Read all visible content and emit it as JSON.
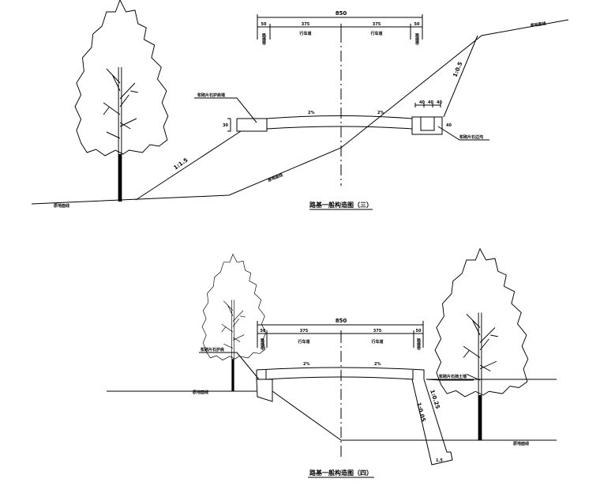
{
  "section3": {
    "title": "路基一般构造图（三）",
    "total_width": "850",
    "shoulder_left": "50",
    "lane_left": "375",
    "lane_right": "375",
    "shoulder_right": "50",
    "lane_label_left": "行车道",
    "lane_label_right": "行车道",
    "shoulder_label_left": "路缘带",
    "shoulder_label_right": "路缘带",
    "slope_left_pct": "2%",
    "slope_right_pct": "2%",
    "fill_slope": "1:1.5",
    "cut_slope": "1:0.5",
    "left_note": "浆砌片石护肩墙",
    "right_note": "浆砌片石边沟",
    "ground_label": "原地面线",
    "ditch_dims": [
      "40",
      "40",
      "40"
    ],
    "ditch_depth": "40",
    "block_height": "30"
  },
  "section4": {
    "title": "路基一般构造图（四）",
    "total_width": "850",
    "shoulder_left": "50",
    "lane_left": "375",
    "lane_right": "375",
    "shoulder_right": "50",
    "lane_label_left": "行车道",
    "lane_label_right": "行车道",
    "shoulder_label_left": "路缘带",
    "shoulder_label_right": "路缘带",
    "slope_left_pct": "2%",
    "slope_right_pct": "2%",
    "left_note": "浆砌片石护肩",
    "right_note": "浆砌片石挡土墙",
    "wall_slope_front": "1:0.05",
    "wall_slope_back": "1:0.25",
    "wall_base": "1.5",
    "ground_label": "原地面线"
  }
}
